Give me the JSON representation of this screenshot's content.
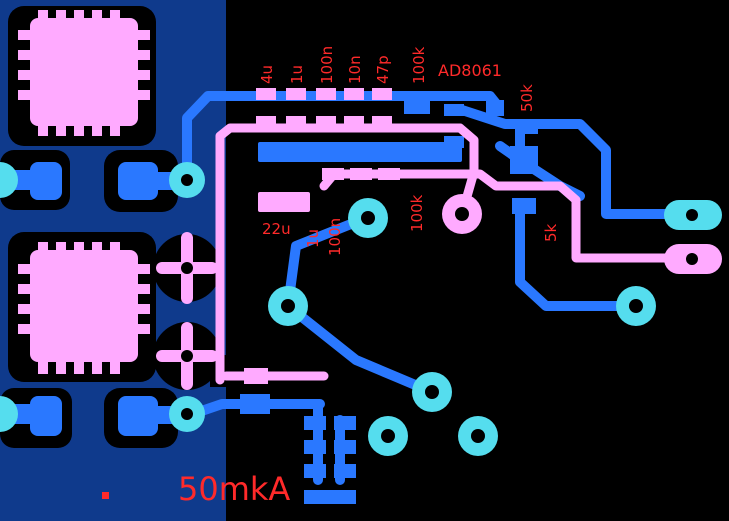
{
  "colors": {
    "background": "#000000",
    "ground_plane": "#0f3a8c",
    "bottom_copper": "#2a78ff",
    "top_copper": "#ffaaff",
    "pad": "#55ddee",
    "silkscreen": "#ff2a2a"
  },
  "labels": {
    "c1": "4u",
    "c2": "1u",
    "c3": "100n",
    "c4": "10n",
    "c5": "47p",
    "r1": "100k",
    "ic": "AD8061",
    "r2": "50k",
    "c6": "22u",
    "c7": "1u",
    "c8": "100n",
    "r3": "100k",
    "r4": "5k",
    "current": "50mkA"
  }
}
